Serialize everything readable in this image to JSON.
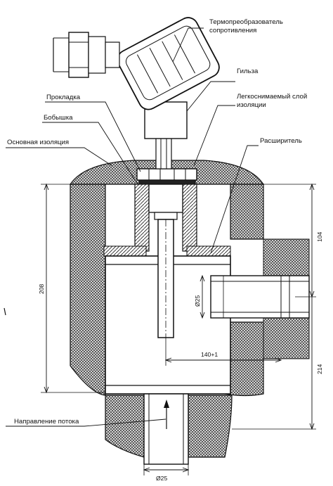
{
  "labels": {
    "thermo_line1": "Термопреобразователь",
    "thermo_line2": "сопротивления",
    "sleeve": "Гильза",
    "insul_line1": "Легкоснимаемый слой",
    "insul_line2": "изоляции",
    "gasket": "Прокладка",
    "boss": "Бобышка",
    "main_insulation": "Основная изоляция",
    "expander": "Расширитель",
    "flow_direction": "Направление потока"
  },
  "dimensions": {
    "d_pipe_bottom": "Ø25",
    "d_pipe_side": "Ø25",
    "len_insert": "140+1",
    "dim_104": "104",
    "dim_208": "208",
    "dim_214": "214"
  },
  "colors": {
    "line": "#111111",
    "hatch": "#4a4a4a",
    "background": "#ffffff"
  }
}
